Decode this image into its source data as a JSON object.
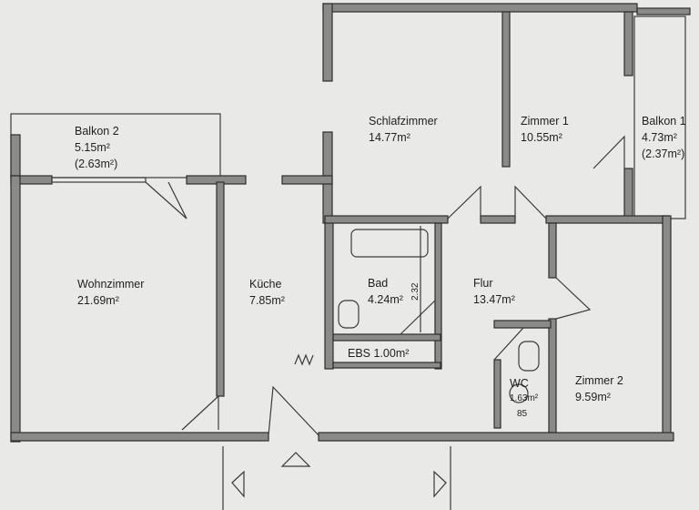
{
  "rooms": {
    "balkon2": {
      "name": "Balkon 2",
      "area": "5.15m²",
      "area_net": "(2.63m²)"
    },
    "wohnzimmer": {
      "name": "Wohnzimmer",
      "area": "21.69m²"
    },
    "kueche": {
      "name": "Küche",
      "area": "7.85m²"
    },
    "schlafzimmer": {
      "name": "Schlafzimmer",
      "area": "14.77m²"
    },
    "zimmer1": {
      "name": "Zimmer 1",
      "area": "10.55m²"
    },
    "balkon1": {
      "name": "Balkon 1",
      "area": "4.73m²",
      "area_net": "(2.37m²)"
    },
    "bad": {
      "name": "Bad",
      "area": "4.24m²",
      "dimension": "2.32"
    },
    "flur": {
      "name": "Flur",
      "area": "13.47m²"
    },
    "ebs": {
      "label": "EBS 1.00m²"
    },
    "wc": {
      "name": "WC",
      "area": "1.63m²",
      "dimension": "85"
    },
    "zimmer2": {
      "name": "Zimmer 2",
      "area": "9.59m²"
    }
  },
  "colors": {
    "background": "#e9e9e7",
    "wall": "#8a8a88",
    "line": "#2e2e2e"
  }
}
